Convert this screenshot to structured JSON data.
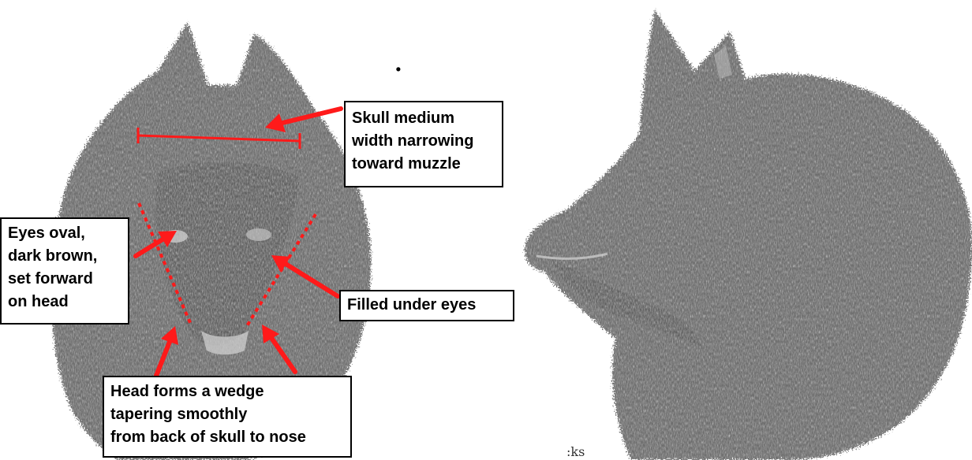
{
  "colors": {
    "background": "#ffffff",
    "annotation": "#ff1a1a",
    "fur": "#6e6e6e",
    "fur_dark": "#555555",
    "highlight": "#e6e6e6",
    "box_border": "#000000"
  },
  "figures": {
    "front_view": "dog-head-front-view",
    "side_view": "dog-head-profile-view"
  },
  "callouts": {
    "skull": [
      "Skull medium",
      "width narrowing",
      "toward muzzle"
    ],
    "eyes": [
      "Eyes oval,",
      "dark brown,",
      "set forward",
      "on head"
    ],
    "filled": [
      "Filled under eyes"
    ],
    "wedge": [
      "Head forms a wedge",
      "tapering smoothly",
      "from back of skull to nose"
    ]
  },
  "stray_text": {
    "dot": ".",
    "caption_fragment": ":ks"
  }
}
